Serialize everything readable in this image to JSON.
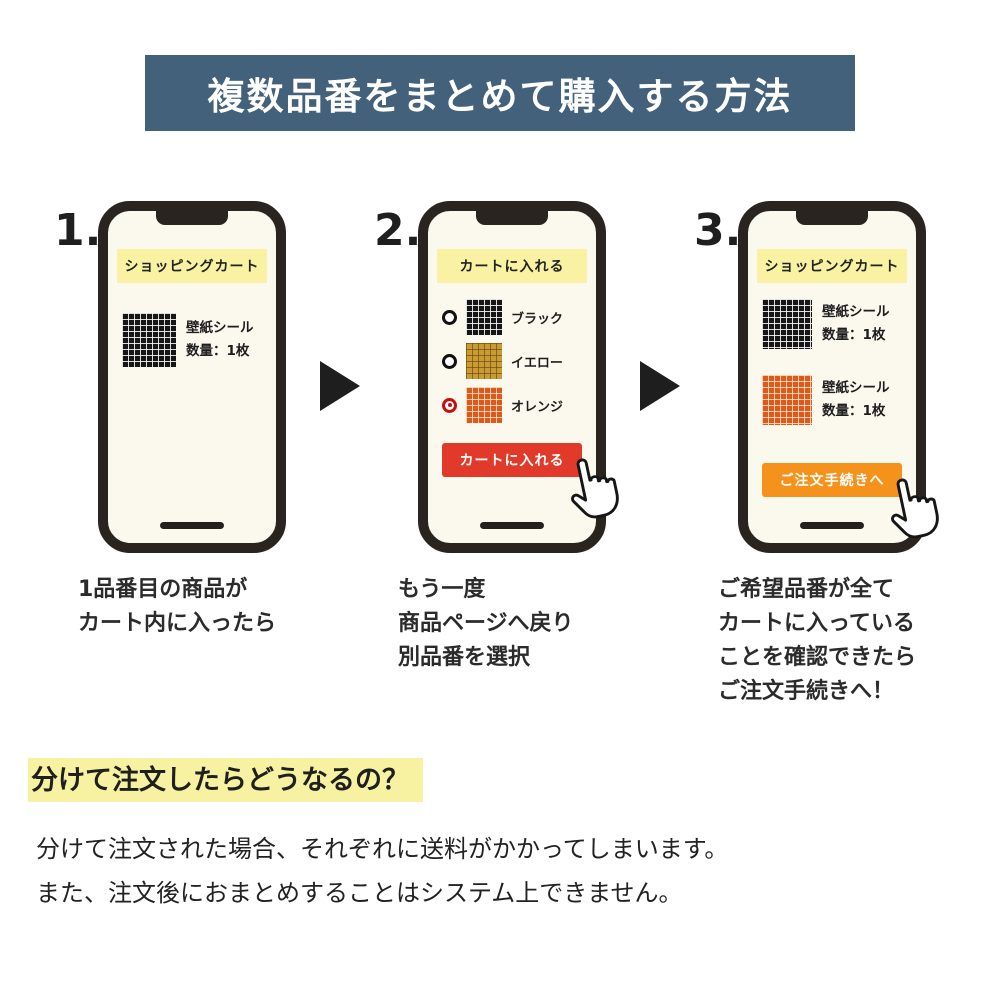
{
  "header": {
    "title": "複数品番をまとめて購入する方法",
    "bg_color": "#43617b",
    "text_color": "#ffffff"
  },
  "steps": [
    {
      "number": "1.",
      "phone": {
        "banner": "ショッピングカート",
        "products": [
          {
            "swatch": "black-tile",
            "lines": [
              "壁紙シール",
              "数量：1枚"
            ]
          }
        ]
      },
      "caption_lines": [
        "1品番目の商品が",
        "カート内に入ったら"
      ]
    },
    {
      "number": "2.",
      "phone": {
        "banner": "カートに入れる",
        "options": [
          {
            "swatch": "black-tile",
            "label": "ブラック",
            "selected": false
          },
          {
            "swatch": "yellow-tile",
            "label": "イエロー",
            "selected": false
          },
          {
            "swatch": "orange-tile",
            "label": "オレンジ",
            "selected": true
          }
        ],
        "button": {
          "label": "カートに入れる",
          "color": "#e13a2b"
        }
      },
      "caption_lines": [
        "もう一度",
        "商品ページへ戻り",
        "別品番を選択"
      ]
    },
    {
      "number": "3.",
      "phone": {
        "banner": "ショッピングカート",
        "products": [
          {
            "swatch": "black-tile",
            "lines": [
              "壁紙シール",
              "数量：1枚"
            ]
          },
          {
            "swatch": "orange-tile",
            "lines": [
              "壁紙シール",
              "数量：1枚"
            ]
          }
        ],
        "button": {
          "label": "ご注文手続きへ",
          "color": "#f5921c"
        }
      },
      "caption_lines": [
        "ご希望品番が全て",
        "カートに入っている",
        "ことを確認できたら",
        "ご注文手続きへ！"
      ]
    }
  ],
  "footer": {
    "heading": "分けて注文したらどうなるの？",
    "body_lines": [
      "分けて注文された場合、それぞれに送料がかかってしまいます。",
      "また、注文後におまとめすることはシステム上できません。"
    ]
  },
  "colors": {
    "header_bg": "#43617b",
    "phone_frame": "#2a2420",
    "phone_screen": "#fbf8ee",
    "banner_yellow": "#f8f2a2",
    "button_red": "#e13a2b",
    "button_orange": "#f5921c",
    "radio_selected_red": "#c90e0e",
    "highlight_yellow": "#f7f2a2"
  }
}
